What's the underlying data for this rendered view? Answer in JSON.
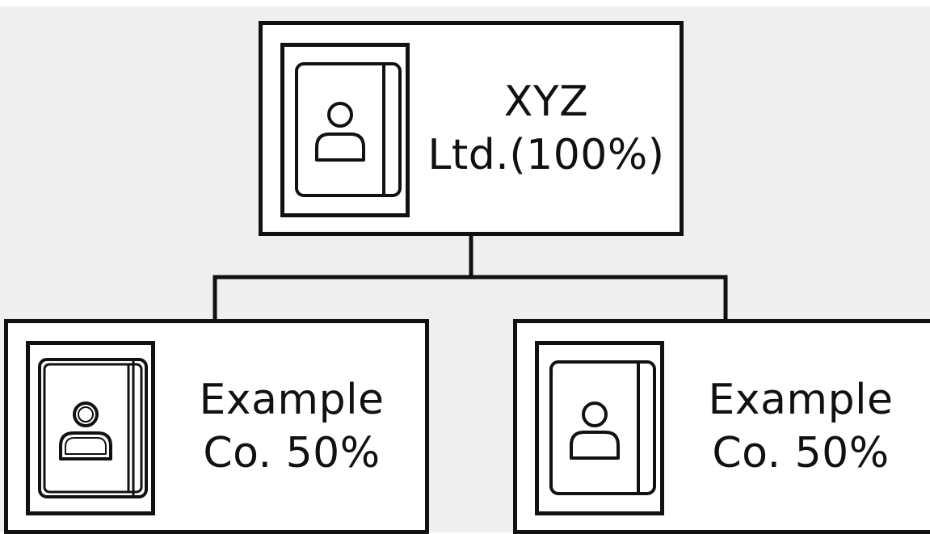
{
  "org_chart": {
    "root": {
      "line1": "XYZ",
      "line2": "Ltd.(100%)",
      "icon": "contact-book-icon"
    },
    "children": [
      {
        "line1": "Example",
        "line2": "Co. 50%",
        "icon": "contact-book-icon"
      },
      {
        "line1": "Example",
        "line2": "Co. 50%",
        "icon": "contact-book-icon"
      }
    ]
  },
  "colors": {
    "background": "#efefef",
    "node_fill": "#ffffff",
    "stroke": "#111111"
  }
}
